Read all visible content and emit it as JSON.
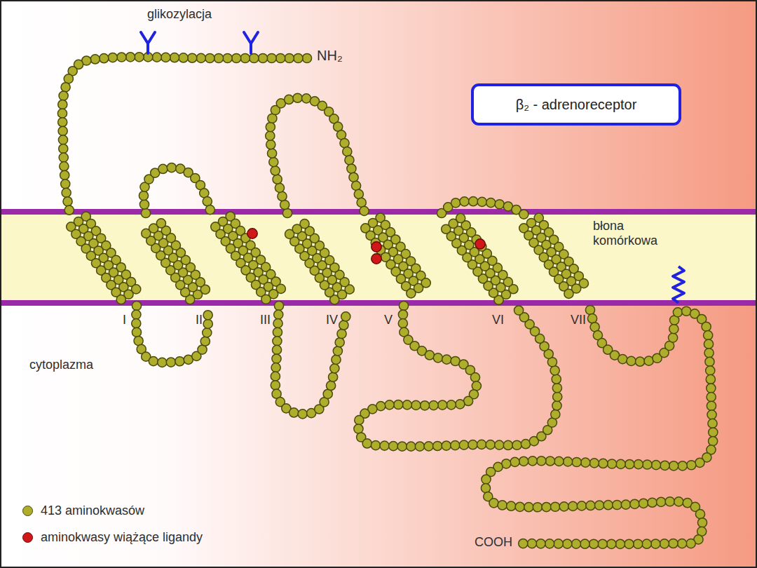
{
  "diagram": {
    "nodes": [
      {
        "text": [
          "β₂ - adrenoreceptor"
        ]
      }
    ],
    "labels": [
      "glikozylacja",
      "NH₂",
      "błona komórkowa",
      "cytoplazma",
      "I",
      "II",
      "III",
      "IV",
      "V",
      "VI",
      "VII",
      "COOH"
    ],
    "legend": [
      {
        "text": "413 aminokwasów",
        "color": "#aeae2c"
      },
      {
        "text": "aminokwasy wiążące ligandy",
        "color": "#d01818"
      }
    ]
  }
}
